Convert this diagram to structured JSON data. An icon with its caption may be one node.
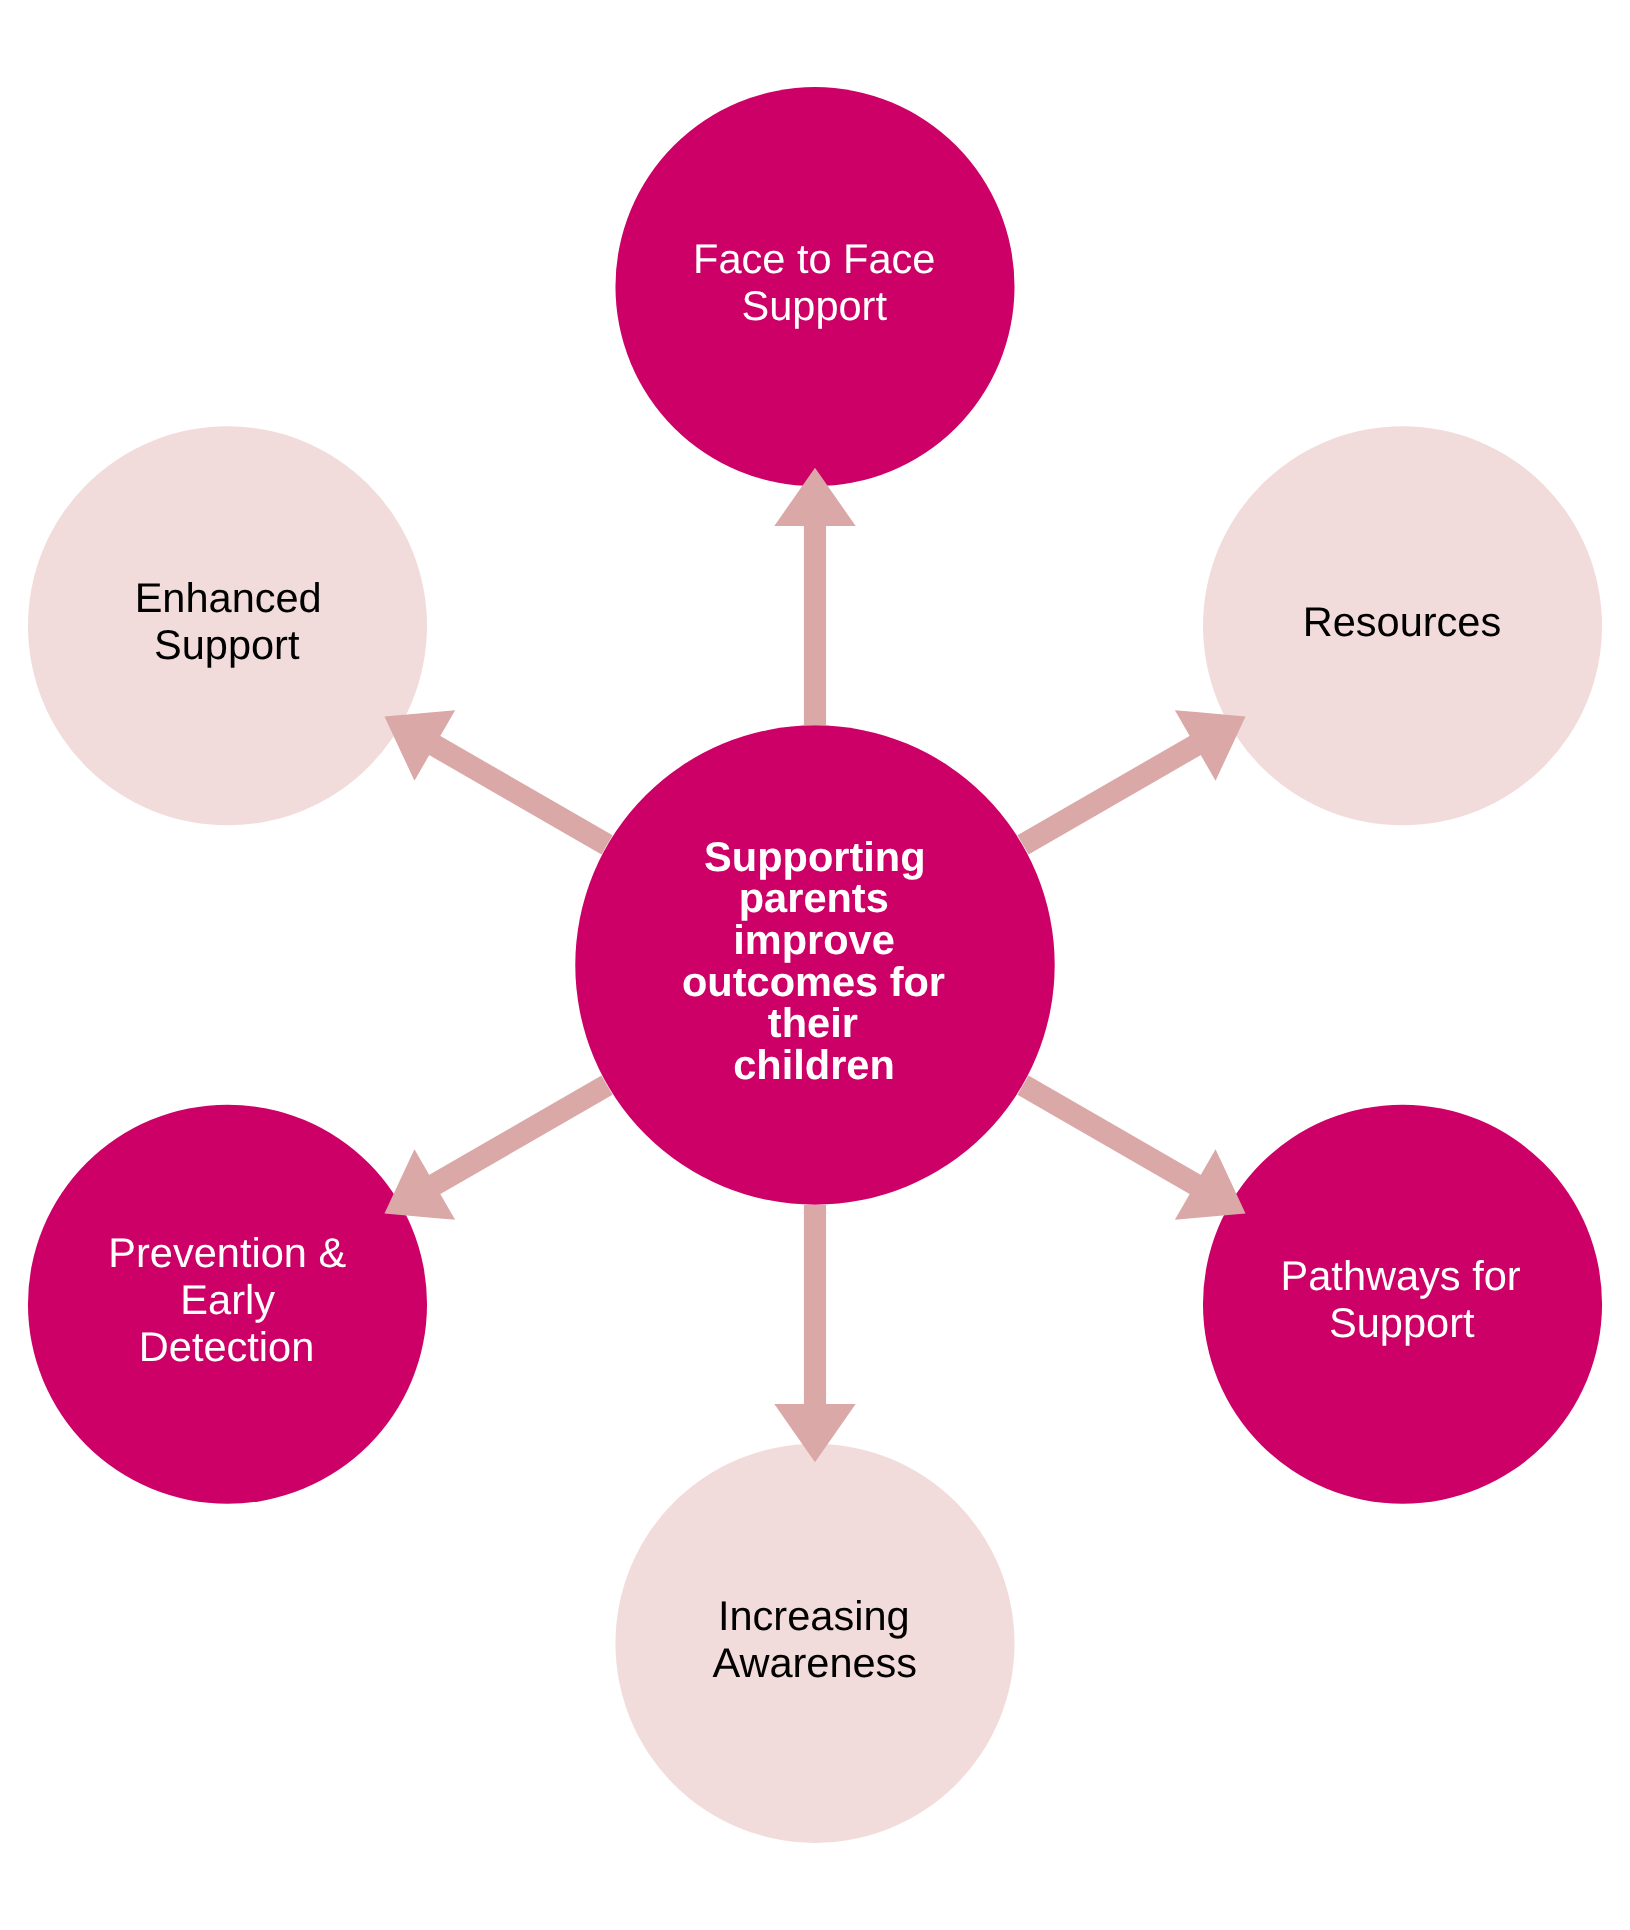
{
  "diagram": {
    "nodes": [
      {
        "text": [
          "Supporting parents improve outcomes for their children"
        ]
      },
      {
        "text": [
          "Resources"
        ]
      },
      {
        "text": [
          "Face to Face Support"
        ]
      },
      {
        "text": [
          "Enhanced Support"
        ]
      },
      {
        "text": [
          "Prevention & Early Detection"
        ]
      },
      {
        "text": [
          "Increasing Awareness"
        ]
      },
      {
        "text": [
          "Pathways for Support"
        ]
      }
    ],
    "edges": [
      {
        "from": 0,
        "to": 1,
        "arrow": "to"
      },
      {
        "from": 0,
        "to": 2,
        "arrow": "to"
      },
      {
        "from": 0,
        "to": 3,
        "arrow": "to"
      },
      {
        "from": 0,
        "to": 4,
        "arrow": "to"
      },
      {
        "from": 0,
        "to": 5,
        "arrow": "to"
      },
      {
        "from": 0,
        "to": 6,
        "arrow": "to"
      }
    ]
  }
}
